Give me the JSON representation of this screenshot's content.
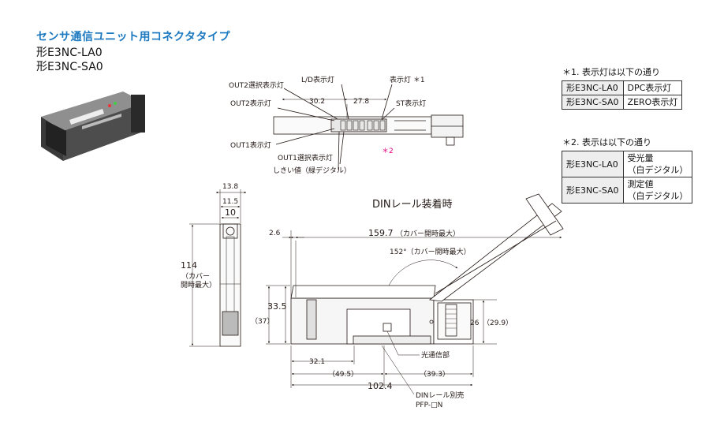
{
  "header": {
    "title": "センサ通信ユニット用コネクタタイプ",
    "model_1": "形E3NC-LA0",
    "model_2": "形E3NC-SA0"
  },
  "notes": {
    "note1_head": "＊1. 表示灯は以下の通り",
    "note1_rows": [
      {
        "model": "形E3NC-LA0",
        "value": "DPC表示灯"
      },
      {
        "model": "形E3NC-SA0",
        "value": "ZERO表示灯"
      }
    ],
    "note2_head": "＊2. 表示は以下の通り",
    "note2_rows": [
      {
        "model": "形E3NC-LA0",
        "value_line1": "受光量",
        "value_line2": "（白デジタル）"
      },
      {
        "model": "形E3NC-SA0",
        "value_line1": "測定値",
        "value_line2": "（白デジタル）"
      }
    ]
  },
  "top_view": {
    "callouts": {
      "out2_select": "OUT2選択表示灯",
      "ld": "L/D表示灯",
      "indicator": "表示灯 ＊1",
      "out2": "OUT2表示灯",
      "st": "ST表示灯",
      "out1": "OUT1表示灯",
      "out1_select": "OUT1選択表示灯",
      "threshold": "しきい値（緑デジタル）",
      "star2": "＊2"
    },
    "dims": {
      "left": "30.2",
      "right": "27.8"
    }
  },
  "side_view": {
    "dims": {
      "w1": "13.8",
      "w2": "11.5",
      "w3": "10",
      "height": "114",
      "height_note_1": "（カバー",
      "height_note_2": "開時最大）"
    }
  },
  "din_view": {
    "title": "DINレール装着時",
    "dims": {
      "offset": "2.6",
      "length": "159.7",
      "length_note": "（カバー開時最大）",
      "angle": "152°（カバー開時最大）",
      "h1": "33.5",
      "h2": "（37）",
      "h3": "26",
      "h4": "（29.9）",
      "b1": "32.1",
      "b2": "（49.5）",
      "b3": "（39.3）",
      "total": "102.4"
    },
    "labels": {
      "optical": "光通信部",
      "din_1": "DINレール別売",
      "din_2": "PFP-□N"
    }
  }
}
